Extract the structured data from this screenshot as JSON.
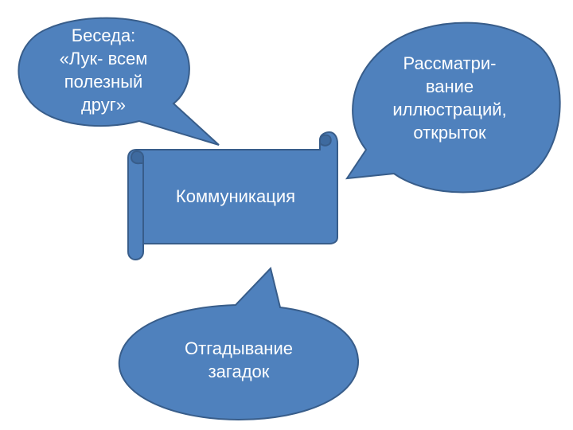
{
  "diagram": {
    "center": {
      "label": "Коммуникация"
    },
    "callouts": [
      {
        "id": "conversation",
        "lines": [
          "Беседа:",
          "«Лук- всем",
          "полезный",
          "друг»"
        ]
      },
      {
        "id": "illustrations",
        "lines": [
          "Рассматри-",
          "вание",
          "иллюстраций,",
          "открыток"
        ]
      },
      {
        "id": "riddles",
        "lines": [
          "Отгадывание",
          "загадок"
        ]
      }
    ],
    "colors": {
      "fill": "#4f81bd",
      "outline": "#385d8a",
      "text": "#ffffff",
      "background": "#ffffff"
    }
  }
}
